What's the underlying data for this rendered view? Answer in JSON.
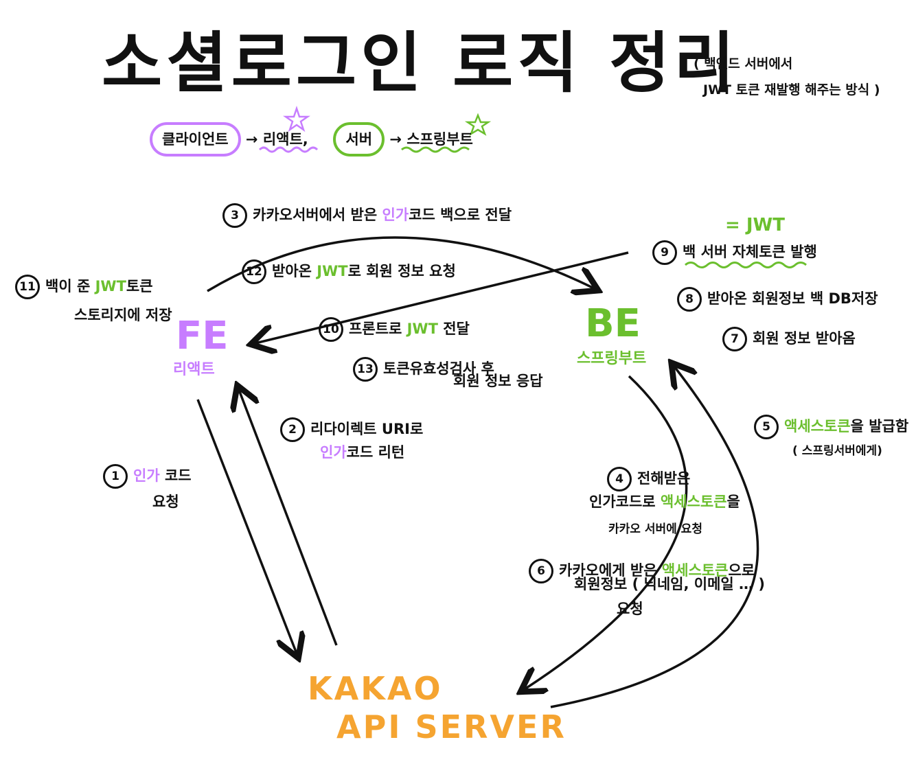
{
  "title": "소셜로그인 로직 정리",
  "subtitle_note": {
    "line1": "( 백엔드 서버에서",
    "line2": "JWT 토큰 재발행 해주는 방식 )"
  },
  "legend": {
    "client": "클라이언트",
    "client_impl": "리액트,",
    "server": "서버",
    "server_impl": "스프링부트"
  },
  "nodes": {
    "fe": {
      "name": "FE",
      "sub": "리액트"
    },
    "be": {
      "name": "BE",
      "sub": "스프링부트"
    },
    "kakao": {
      "line1": "KAKAO",
      "line2": "API SERVER"
    }
  },
  "steps": {
    "s1": {
      "num": "1",
      "hl": "인가",
      "rest": "코드",
      "line2": "요청"
    },
    "s2": {
      "num": "2",
      "line1": "리다이렉트 URI로",
      "hl": "인가",
      "rest": "코드 리턴"
    },
    "s3": {
      "num": "3",
      "pre": "카카오서버에서 받은",
      "hl": "인가",
      "rest": "코드  백으로 전달"
    },
    "s4": {
      "num": "4",
      "line1": "전해받은",
      "pre": "인가코드로",
      "hl": "액세스토큰",
      "post": "을",
      "line3": "카카오 서버에 요청"
    },
    "s5": {
      "num": "5",
      "hl": "액세스토큰",
      "post": "을 발급함",
      "line2": "( 스프링서버에게)"
    },
    "s6": {
      "num": "6",
      "pre": "카카오에게 받은",
      "hl": "액세스토큰",
      "post": "으로",
      "line2": "회원정보 ( 닉네임, 이메일 … )",
      "line3": "요청"
    },
    "s7": {
      "num": "7",
      "text": "회원 정보 받아옴"
    },
    "s8": {
      "num": "8",
      "text": "받아온 회원정보 백 DB저장"
    },
    "s9": {
      "num": "9",
      "eq": "= JWT",
      "text": "백 서버 자체토큰 발행"
    },
    "s10": {
      "num": "10",
      "pre": "프론트로",
      "hl": "JWT",
      "post": "전달"
    },
    "s11": {
      "num": "11",
      "pre": "백이 준",
      "hl": "JWT",
      "post": "토큰",
      "line2": "스토리지에 저장"
    },
    "s12": {
      "num": "12",
      "pre": "받아온",
      "hl": "JWT",
      "post": "로 회원 정보 요청"
    },
    "s13": {
      "num": "13",
      "line1": "토큰유효성검사 후",
      "line2": "회원 정보 응답"
    }
  },
  "colors": {
    "purple": "#c77dff",
    "green": "#6bbf2e",
    "orange": "#f5a431",
    "ink": "#111111"
  }
}
